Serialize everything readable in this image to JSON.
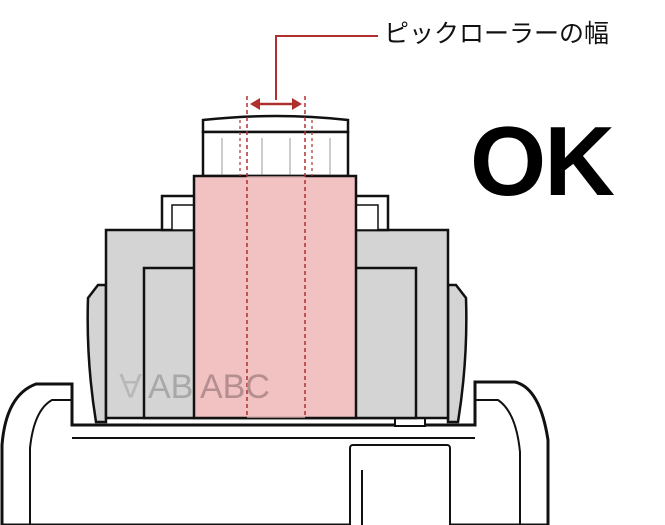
{
  "callout": {
    "label": "ピックローラーの幅"
  },
  "status": {
    "text": "OK"
  },
  "paper_stack": {
    "letters": [
      "A",
      "AB",
      "ABC"
    ]
  },
  "colors": {
    "highlight_fill": "#f2c1c1",
    "highlight_line": "#b03030",
    "tray_gray": "#d4d4d4",
    "outline": "#111111"
  }
}
